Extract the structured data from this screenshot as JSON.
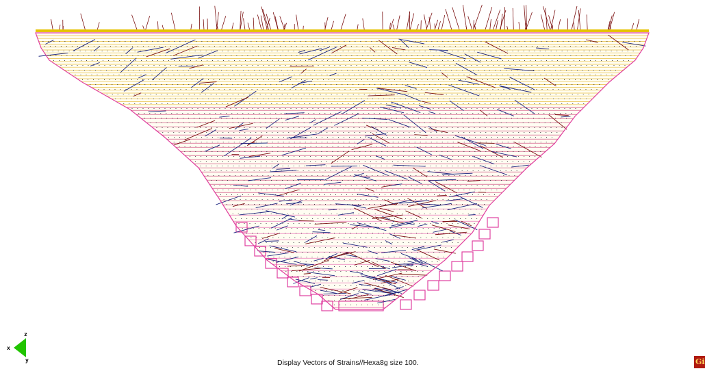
{
  "status": {
    "caption": "Display Vectors of Strains//Hexa8g size 100."
  },
  "axes": {
    "x_label": "x",
    "y_label": "y",
    "z_label": "z"
  },
  "logo": {
    "text": "Gi"
  },
  "colors": {
    "background": "#ffffff",
    "mesh_upper": "#e6b422",
    "mesh_mid": "#c2185b",
    "mesh_lower": "#e040a0",
    "vectors_blue": "#1a237e",
    "vectors_red": "#7a1010",
    "crest": "#e6c200",
    "axis_arrow": "#21c400",
    "logo_bg": "#b01a10",
    "logo_fg": "#ffd45a"
  }
}
